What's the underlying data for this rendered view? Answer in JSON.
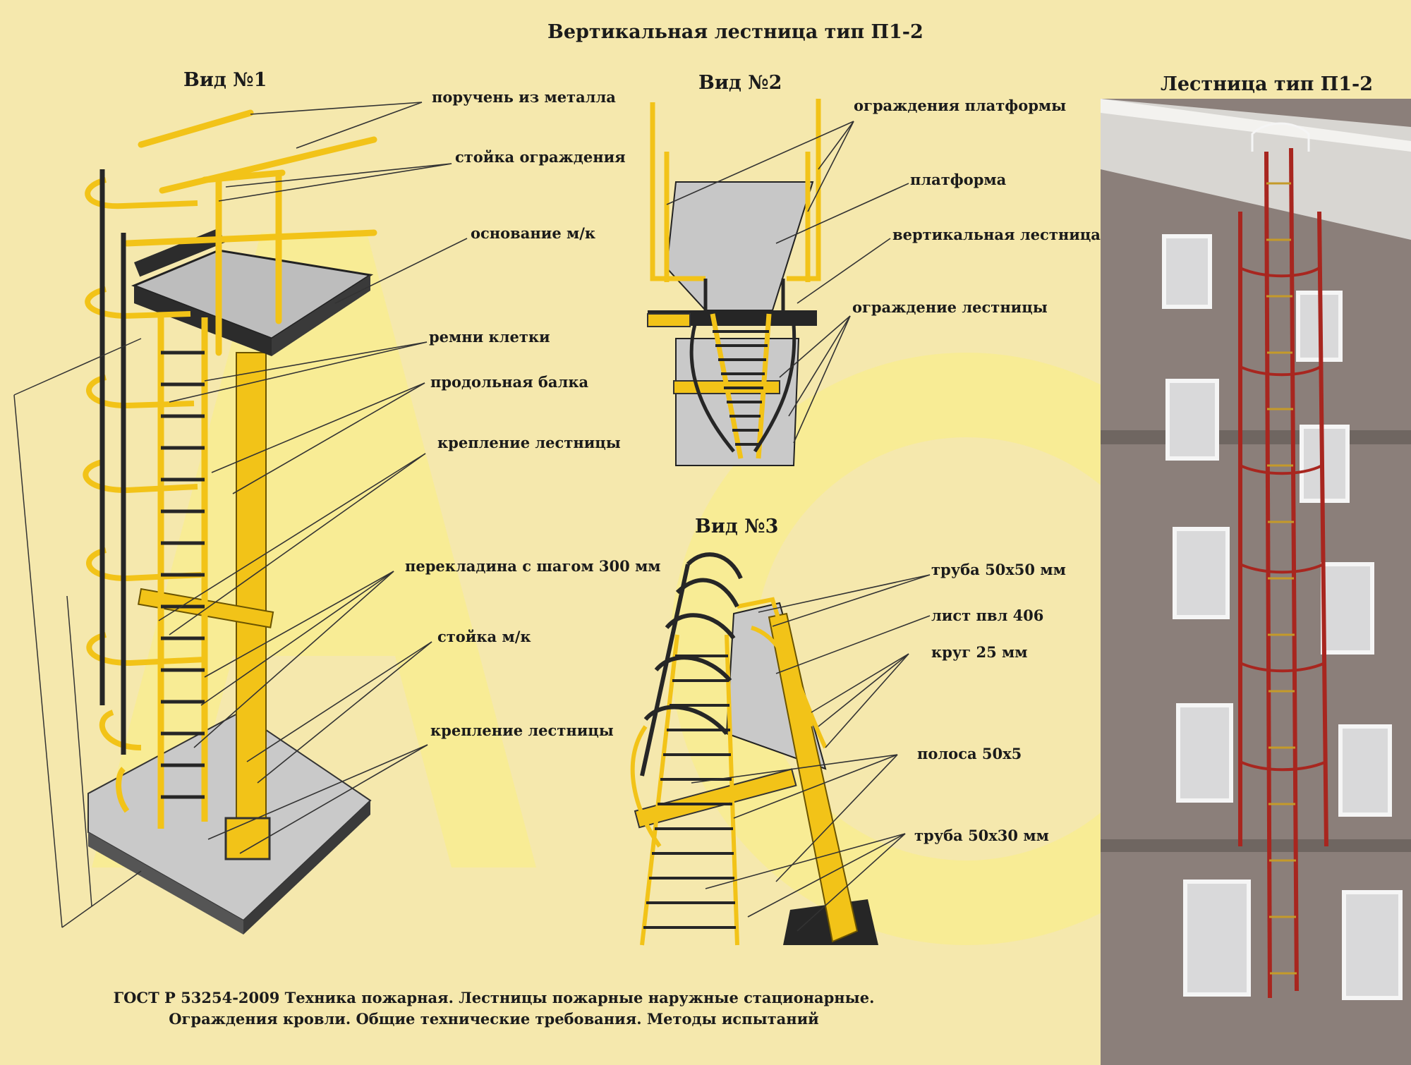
{
  "title": "Вертикальная лестница тип  П1-2",
  "views": {
    "v1": "Вид №1",
    "v2": "Вид №2",
    "v3": "Вид №3",
    "photo": "Лестница тип П1-2"
  },
  "labels_v1": [
    "поручень из металла",
    "стойка ограждения",
    "основание м/к",
    "ремни клетки",
    "продольная балка",
    "крепление лестницы",
    "перекладина с шагом 300 мм",
    "стойка м/к",
    "крепление лестницы"
  ],
  "labels_v2": [
    "ограждения платформы",
    "платформа",
    "вертикальная лестница",
    "ограждение лестницы"
  ],
  "labels_v3": [
    "труба 50х50 мм",
    "лист пвл 406",
    "круг 25 мм",
    "полоса 50х5",
    "труба 50х30 мм"
  ],
  "footer": {
    "line1": "ГОСТ Р 53254-2009 Техника пожарная. Лестницы пожарные наружные стационарные.",
    "line2": "Ограждения кровли. Общие технические требования. Методы испытаний"
  },
  "colors": {
    "background": "#f5e8ad",
    "steel": "#f2c318",
    "steel_dark": "#262626",
    "concrete": "#bdbdbd",
    "ladder_red": "#a8261f",
    "brick": "#8b7f7a"
  }
}
